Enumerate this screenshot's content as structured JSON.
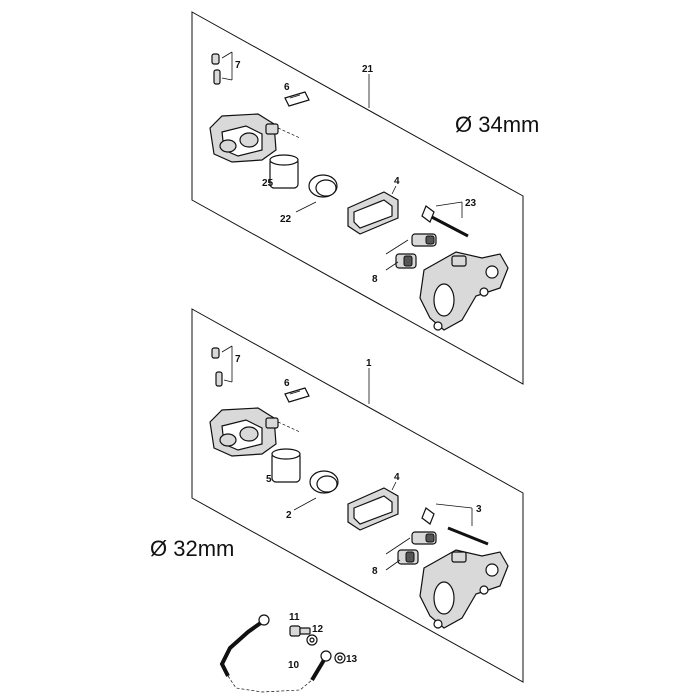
{
  "top_assembly": {
    "assembly_no": "21",
    "diameter": "Ø 34mm",
    "labels": {
      "bleeder": "7",
      "pad_spring": "6",
      "pad": "4",
      "piston": "25",
      "seal": "22",
      "pin": "23",
      "bushing": "8"
    }
  },
  "bottom_assembly": {
    "assembly_no": "1",
    "diameter": "Ø 32mm",
    "labels": {
      "bleeder": "7",
      "pad_spring": "6",
      "pad": "4",
      "piston": "5",
      "seal": "2",
      "pin": "3",
      "bushing": "8"
    }
  },
  "brake_line": {
    "labels": {
      "banjo_bolt": "11",
      "washer_a": "12",
      "hose": "10",
      "washer_b": "13"
    }
  }
}
